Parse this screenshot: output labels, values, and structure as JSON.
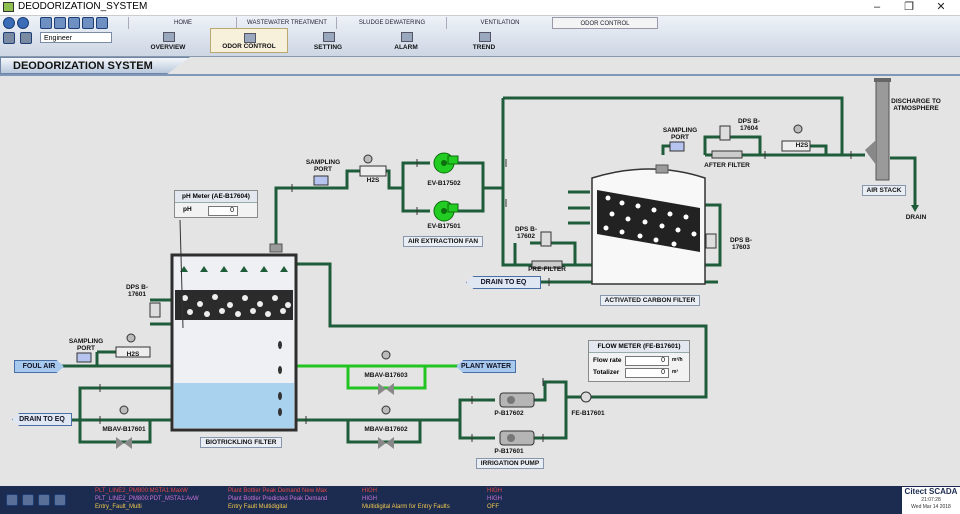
{
  "window": {
    "title": "DEODORIZATION_SYSTEM",
    "controls": [
      "–",
      "❐",
      "✕"
    ]
  },
  "toolbar": {
    "user": "Engineer",
    "tabs": [
      "HOME",
      "WASTEWATER TREATMENT",
      "SLUDGE DEWATERING",
      "VENTILATION",
      "ODOR CONTROL"
    ],
    "subtabs": [
      "OVERVIEW",
      "ODOR CONTROL",
      "SETTING",
      "ALARM",
      "TREND"
    ]
  },
  "page": {
    "header": "DEODORIZATION SYSTEM"
  },
  "labels": {
    "sampling_port": "SAMPLING PORT",
    "h2s": "H2S",
    "ev_b17502": "EV-B17502",
    "ev_b17501": "EV-B17501",
    "air_extraction_fan": "AIR EXTRACTION FAN",
    "dps_b17601": "DPS B-17601",
    "dps_b17602": "DPS B-17602",
    "dps_b17603": "DPS B-17603",
    "dps_b17604": "DPS B-17604",
    "pre_filter": "PRE-FILTER",
    "after_filter": "AFTER FILTER",
    "activated_carbon_filter": "ACTIVATED CARBON FILTER",
    "discharge": "DISCHARGE TO ATMOSPHERE",
    "air_stack": "AIR STACK",
    "drain": "DRAIN",
    "drain_to_eq": "DRAIN TO EQ",
    "foul_air": "FOUL AIR",
    "plant_water": "PLANT WATER",
    "mbav_b17603": "MBAV-B17603",
    "mbav_b17602": "MBAV-B17602",
    "mbav_b17601": "MBAV-B17601",
    "biotrickling_filter": "BIOTRICKLING FILTER",
    "p_b17602": "P-B17602",
    "p_b17601": "P-B17601",
    "irrigation_pump": "IRRIGATION PUMP",
    "fe_b17601": "FE-B17601"
  },
  "ph_meter": {
    "title": "pH Meter (AE-B17604)",
    "label": "pH",
    "value": "0"
  },
  "flow_meter": {
    "title": "FLOW METER (FE-B17601)",
    "rate_label": "Flow rate",
    "rate_value": "0",
    "rate_unit": "m³/h",
    "total_label": "Totalizer",
    "total_value": "0",
    "total_unit": "m³"
  },
  "alarms": [
    {
      "tag": "PLT_LINE2_PM800:MSTA1:MaxW",
      "desc": "Plant Bottler Peak Demand New Max",
      "state": "HIGH",
      "value": "HIGH",
      "color": "#e04848"
    },
    {
      "tag": "PLT_LINE2_PM800:PDT_MSTA1:AvW",
      "desc": "Plant Bottler Predicted Peak Demand",
      "state": "HIGH",
      "value": "HIGH",
      "color": "#c874d8"
    },
    {
      "tag": "Entry_Fault_Multi",
      "desc": "Entry Fault Multidigital",
      "state": "Multidigital Alarm for Entry Faults",
      "value": "OFF",
      "color": "#f2c94c"
    }
  ],
  "status": {
    "brand": "Citect SCADA",
    "time": "21:07:28",
    "date": "Wed Mar 14 2018"
  },
  "colors": {
    "pipe": "#1f5c3a",
    "plant_water_pipe": "#22c422",
    "fan": "#22cc22",
    "water": "#a9d2ee",
    "air_arrow": "#a8c9ee"
  }
}
